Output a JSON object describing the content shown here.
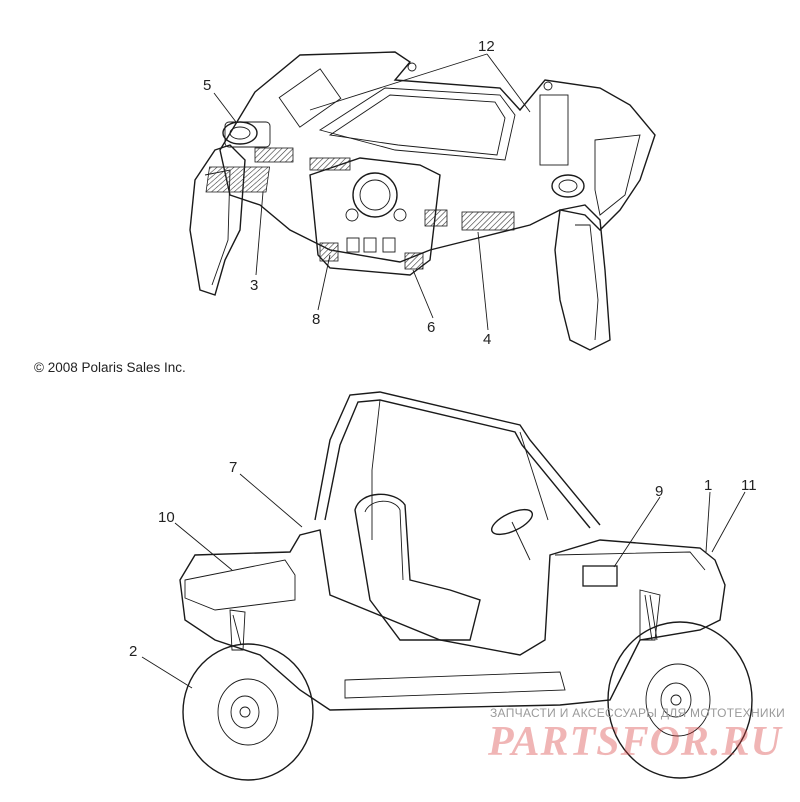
{
  "copyright": "© 2008 Polaris Sales Inc.",
  "watermark": {
    "subtitle": "ЗАПЧАСТИ И АКСЕССУАРЫ ДЛЯ МОТОТЕХНИКИ",
    "brand": "PARTSFOR.RU",
    "brand_color": "#d73c3c"
  },
  "callouts": {
    "c1": "1",
    "c2": "2",
    "c3": "3",
    "c4": "4",
    "c5": "5",
    "c6": "6",
    "c7": "7",
    "c8": "8",
    "c9": "9",
    "c10": "10",
    "c11": "11",
    "c12": "12"
  }
}
